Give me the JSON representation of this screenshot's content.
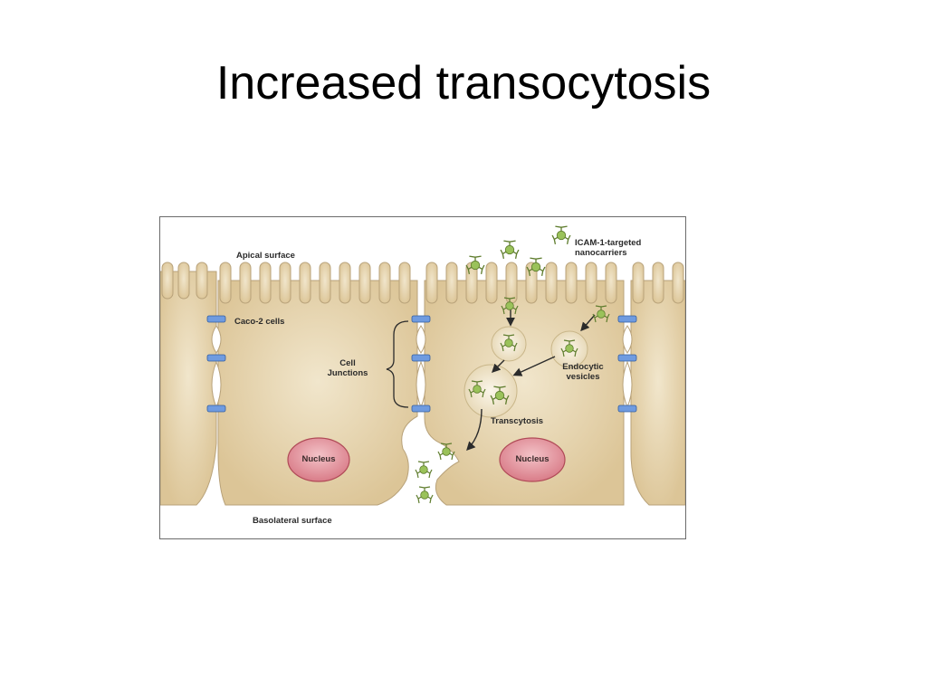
{
  "slide": {
    "title": "Increased transocytosis"
  },
  "figure": {
    "labels": {
      "apical_surface": "Apical surface",
      "caco2_cells": "Caco-2 cells",
      "cell_junctions_line1": "Cell",
      "cell_junctions_line2": "Junctions",
      "nanocarriers_line1": "ICAM-1-targeted",
      "nanocarriers_line2": "nanocarriers",
      "endocytic_line1": "Endocytic",
      "endocytic_line2": "vesicles",
      "transcytosis": "Transcytosis",
      "nucleus_left": "Nucleus",
      "nucleus_right": "Nucleus",
      "basolateral_surface": "Basolateral surface"
    },
    "colors": {
      "cell_fill": "#e5d3ae",
      "cell_stroke": "#b8a27a",
      "junction": "#4f7fcf",
      "nucleus_fill": "#e49aa3",
      "nucleus_stroke": "#b04a57",
      "nanocarrier": "#86b04a",
      "vesicle_fill": "#f4ecd8"
    }
  }
}
